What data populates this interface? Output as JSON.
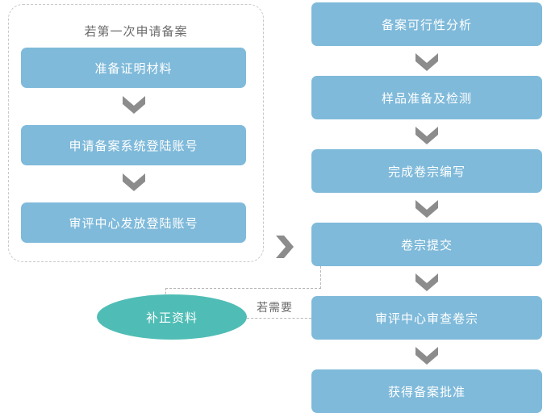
{
  "diagram": {
    "title_text": "若第一次申请备案",
    "colors": {
      "process_box": "#7FBADA",
      "decision_ellipse": "#4FBDB5",
      "arrow_gray": "#808080",
      "label_gray": "#6B6B6B",
      "dashed_border": "#C9C9C9",
      "box_text": "#FFFFFF"
    },
    "left_group": {
      "label": "若第一次申请备案",
      "steps": [
        {
          "label": "准备证明材料"
        },
        {
          "label": "申请备案系统登陆账号"
        },
        {
          "label": "审评中心发放登陆账号"
        }
      ]
    },
    "right_flow": {
      "steps": [
        {
          "label": "备案可行性分析"
        },
        {
          "label": "样品准备及检测"
        },
        {
          "label": "完成卷宗编写"
        },
        {
          "label": "卷宗提交"
        },
        {
          "label": "审评中心审查卷宗"
        },
        {
          "label": "获得备案批准"
        }
      ]
    },
    "feedback": {
      "node_label": "补正资料",
      "edge_label": "若需要"
    },
    "icons": {
      "down_chevron": "chevron-down-icon",
      "right_chevron": "chevron-right-icon"
    }
  }
}
